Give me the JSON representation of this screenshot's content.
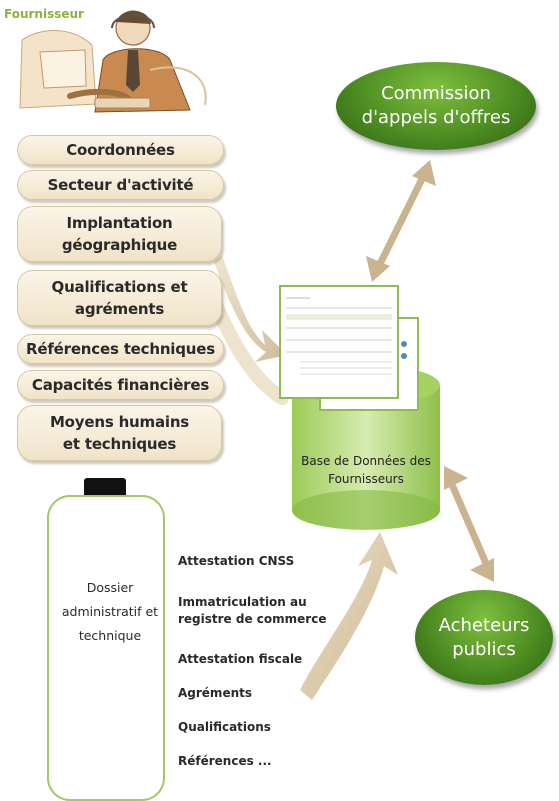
{
  "supplier": {
    "title": "Fournisseur",
    "categories": [
      "Coordonnées",
      "Secteur d'activité",
      "Implantation géographique",
      "Qualifications et agréments",
      "Références techniques",
      "Capacités financières",
      "Moyens humains et techniques"
    ]
  },
  "dossier": {
    "label": "Dossier administratif et technique",
    "documents": [
      "Attestation CNSS",
      "Immatriculation au registre de commerce",
      "Attestation fiscale",
      "Agréments",
      "Qualifications",
      "Références ..."
    ]
  },
  "database": {
    "label": "Base de Données des Fournisseurs"
  },
  "commission": {
    "label": "Commission d'appels d'offres"
  },
  "buyers": {
    "label": "Acheteurs publics"
  },
  "colors": {
    "accent_green": "#8cb43c",
    "oval_green": "#4d8d22",
    "pill_fill": "#f5ecd9",
    "arrow_tan": "#d9c7a6"
  }
}
